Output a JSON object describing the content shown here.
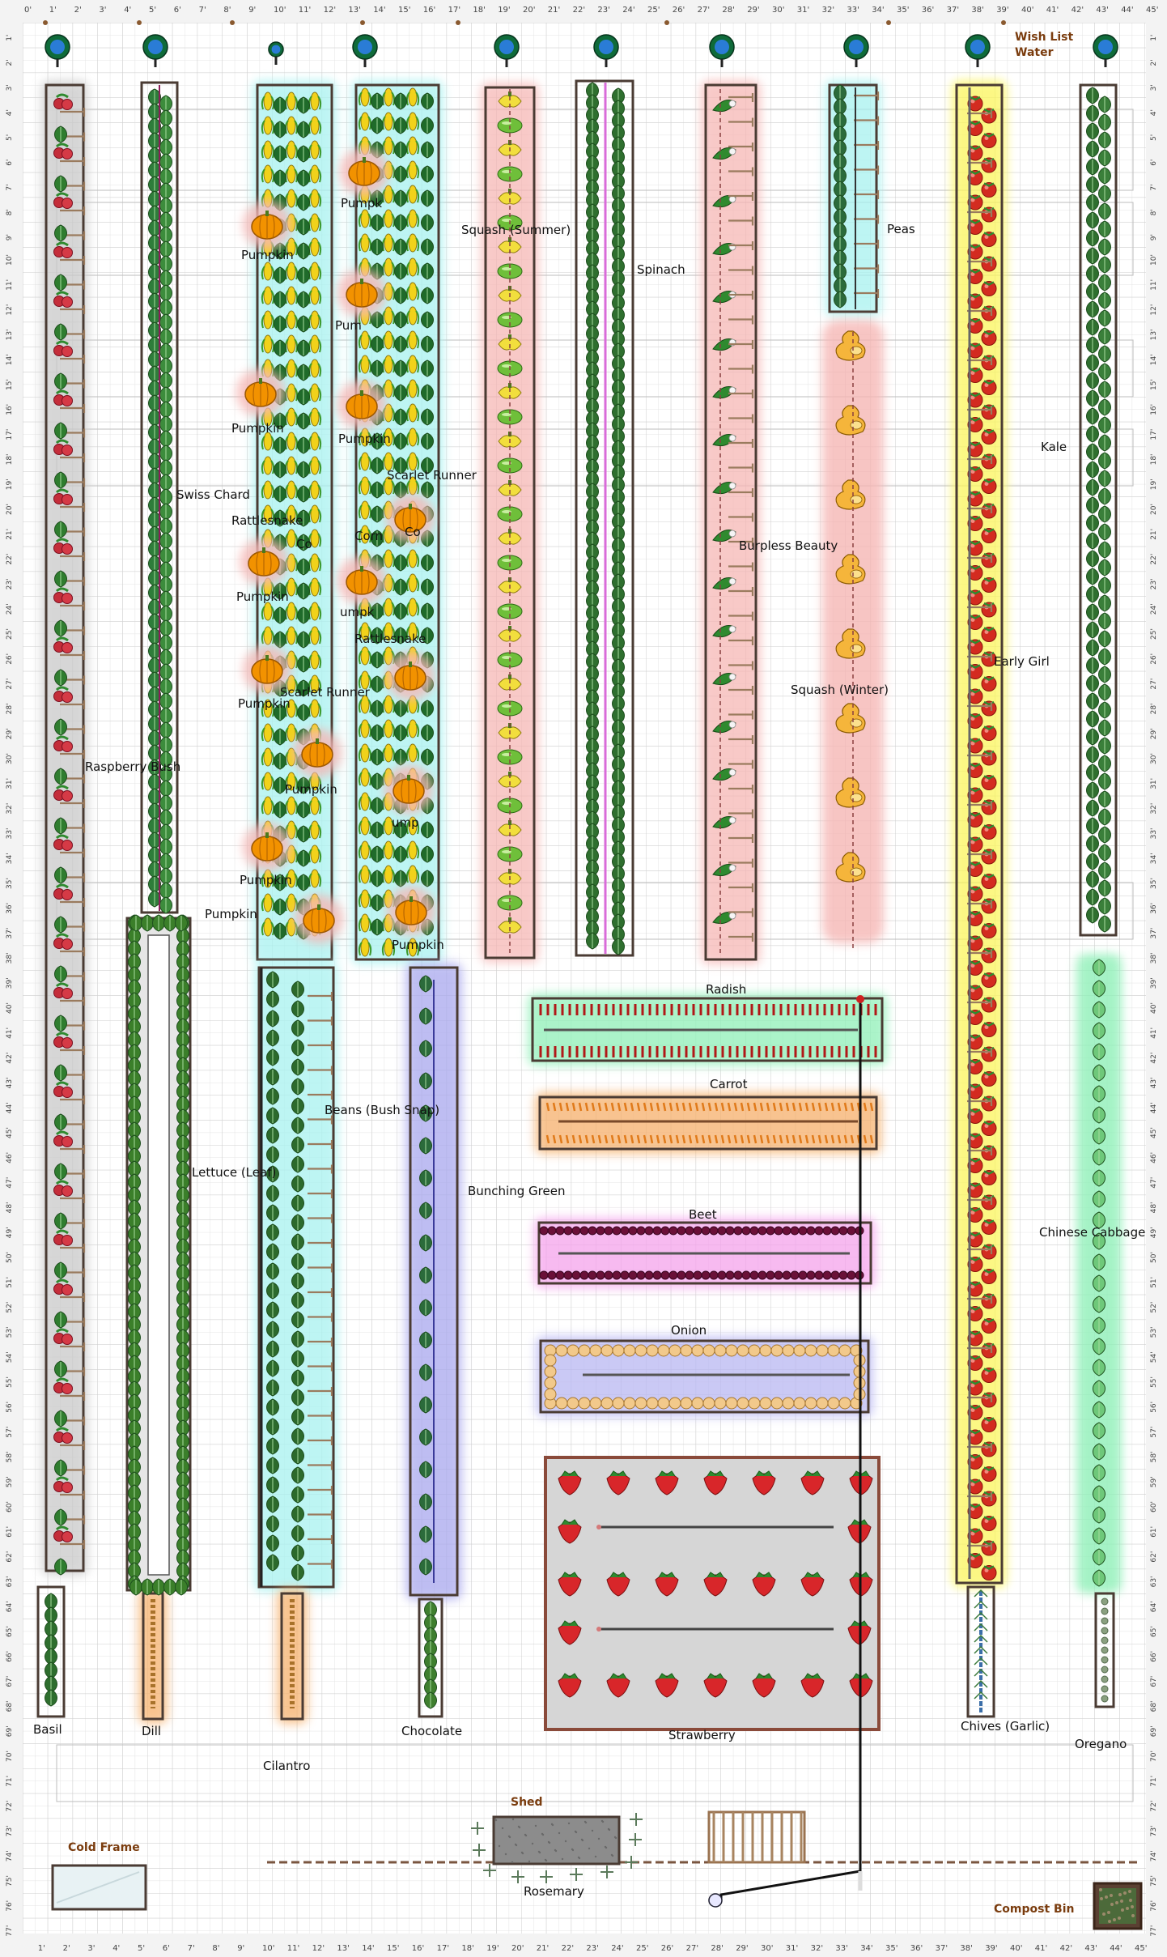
{
  "canvas": {
    "width_ft": 46,
    "height_ft": 78
  },
  "ruler": {
    "top": [
      "0'",
      "1'",
      "2'",
      "3'",
      "4'",
      "5'",
      "6'",
      "7'",
      "8'",
      "9'",
      "10'",
      "11'",
      "12'",
      "13'",
      "14'",
      "15'",
      "16'",
      "17'",
      "18'",
      "19'",
      "20'",
      "21'",
      "22'",
      "23'",
      "24'",
      "25'",
      "26'",
      "27'",
      "28'",
      "29'",
      "30'",
      "31'",
      "32'",
      "33'",
      "34'",
      "35'",
      "36'",
      "37'",
      "38'",
      "39'",
      "40'",
      "41'",
      "42'",
      "43'",
      "44'",
      "45'"
    ],
    "bottom": [
      "1'",
      "2'",
      "3'",
      "4'",
      "5'",
      "6'",
      "7'",
      "8'",
      "9'",
      "10'",
      "11'",
      "12'",
      "13'",
      "14'",
      "15'",
      "16'",
      "17'",
      "18'",
      "19'",
      "20'",
      "21'",
      "22'",
      "23'",
      "24'",
      "25'",
      "26'",
      "27'",
      "28'",
      "29'",
      "30'",
      "31'",
      "32'",
      "33'",
      "34'",
      "35'",
      "36'",
      "37'",
      "38'",
      "39'",
      "40'",
      "41'",
      "42'",
      "43'",
      "44'",
      "45'"
    ],
    "left": [
      "1'",
      "2'",
      "3'",
      "4'",
      "5'",
      "6'",
      "7'",
      "8'",
      "9'",
      "10'",
      "11'",
      "12'",
      "13'",
      "14'",
      "15'",
      "16'",
      "17'",
      "18'",
      "19'",
      "20'",
      "21'",
      "22'",
      "23'",
      "24'",
      "25'",
      "26'",
      "27'",
      "28'",
      "29'",
      "30'",
      "31'",
      "32'",
      "33'",
      "34'",
      "35'",
      "36'",
      "37'",
      "38'",
      "39'",
      "40'",
      "41'",
      "42'",
      "43'",
      "44'",
      "45'",
      "46'",
      "47'",
      "48'",
      "49'",
      "50'",
      "51'",
      "52'",
      "53'",
      "54'",
      "55'",
      "56'",
      "57'",
      "58'",
      "59'",
      "60'",
      "61'",
      "62'",
      "63'",
      "64'",
      "65'",
      "66'",
      "67'",
      "68'",
      "69'",
      "70'",
      "71'",
      "72'",
      "73'",
      "74'",
      "75'",
      "76'",
      "77'"
    ]
  },
  "legend": {
    "wish_list": "Wish List",
    "water": "Water"
  },
  "labels": {
    "raspberry": "Raspberry Bush",
    "swiss_chard": "Swiss Chard",
    "pumpkin": "Pumpkin",
    "pumpkin_partial": "Pum",
    "pumpkin_partial2": "Pumpk",
    "pumpkin_partial3": "umpk",
    "pumpkin_partial4": "ump",
    "rattlesnake": "Rattlesnake",
    "rattlesnake2": "Rattlesnake",
    "scarlet_runner": "Scarlet Runner",
    "scarlet_runner2": "Scarlet Runner",
    "corn": "Corn",
    "corn2": "Co",
    "corn3": "Co",
    "squash_summer": "Squash (Summer)",
    "spinach": "Spinach",
    "burpless": "Burpless Beauty",
    "peas": "Peas",
    "squash_winter": "Squash (Winter)",
    "early_girl": "Early Girl",
    "kale": "Kale",
    "radish": "Radish",
    "carrot": "Carrot",
    "beet": "Beet",
    "onion": "Onion",
    "bunching_green": "Bunching Green",
    "beans_bush": "Beans (Bush Snap)",
    "lettuce_leaf": "Lettuce (Leaf)",
    "chinese_cabbage": "Chinese Cabbage",
    "strawberry": "Strawberry",
    "basil": "Basil",
    "dill": "Dill",
    "chocolate": "Chocolate",
    "chives_garlic": "Chives (Garlic)",
    "oregano": "Oregano",
    "cilantro": "Cilantro",
    "shed": "Shed",
    "rosemary": "Rosemary",
    "cold_frame": "Cold Frame",
    "compost_bin": "Compost Bin"
  },
  "colors": {
    "bed_border": "#4a3b33",
    "grid_minor": "#e1e1e1",
    "grid_major": "#c8c8c8",
    "highlight_gray": "#c9c9c9",
    "highlight_pink": "#f6b7b5",
    "highlight_cyan": "#a8f2f0",
    "highlight_yellow": "#fbf55b",
    "highlight_green": "#8ff0b8",
    "highlight_blue": "#a9a8ee",
    "highlight_orange": "#f6b06c",
    "highlight_magenta": "#f5a3ec",
    "highlight_lilac": "#b9b7f2",
    "label_brown": "#7a3c0e",
    "tomato_red": "#d32b20",
    "leaf_green": "#2f7d2f",
    "pumpkin_orange": "#f29200"
  }
}
